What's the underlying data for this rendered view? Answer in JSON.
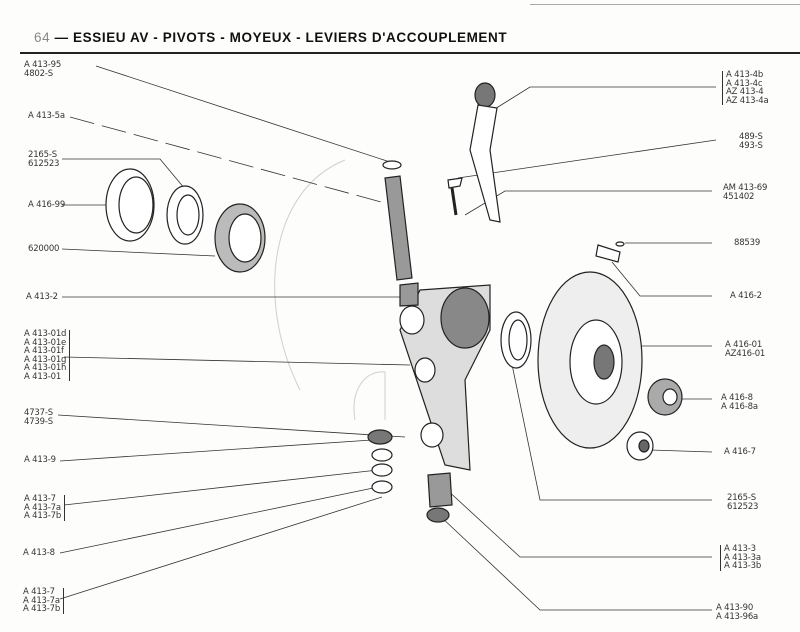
{
  "header": {
    "page_number": "64",
    "title": "— ESSIEU AV - PIVOTS - MOYEUX - LEVIERS D'ACCOUPLEMENT"
  },
  "left_labels": [
    [
      "A 413-95",
      "4802-S"
    ],
    [
      "A 413-5a"
    ],
    [
      "2165-S",
      "612523"
    ],
    [
      "A 416-99"
    ],
    [
      "620000"
    ],
    [
      "A 413-2"
    ],
    [
      "A 413-01d",
      "A 413-01e",
      "A 413-01f",
      "A 413-01g",
      "A 413-01h",
      "A 413-01"
    ],
    [
      "4737-S",
      "4739-S"
    ],
    [
      "A 413-9"
    ],
    [
      "A 413-7",
      "A 413-7a",
      "A 413-7b"
    ],
    [
      "A 413-8"
    ],
    [
      "A 413-7",
      "A 413-7a",
      "A 413-7b"
    ]
  ],
  "right_labels": [
    [
      "A 413-4b",
      "A 413-4c",
      "AZ 413-4",
      "AZ 413-4a"
    ],
    [
      "489-S",
      "493-S"
    ],
    [
      "AM 413-69",
      "451402"
    ],
    [
      "88539"
    ],
    [
      "A 416-2"
    ],
    [
      "A 416-01",
      "AZ416-01"
    ],
    [
      "A 416-8",
      "A 416-8a"
    ],
    [
      "A 416-7"
    ],
    [
      "2165-S",
      "612523"
    ],
    [
      "A 413-3",
      "A 413-3a",
      "A 413-3b"
    ],
    [
      "A 413-90",
      "A 413-96a"
    ]
  ]
}
